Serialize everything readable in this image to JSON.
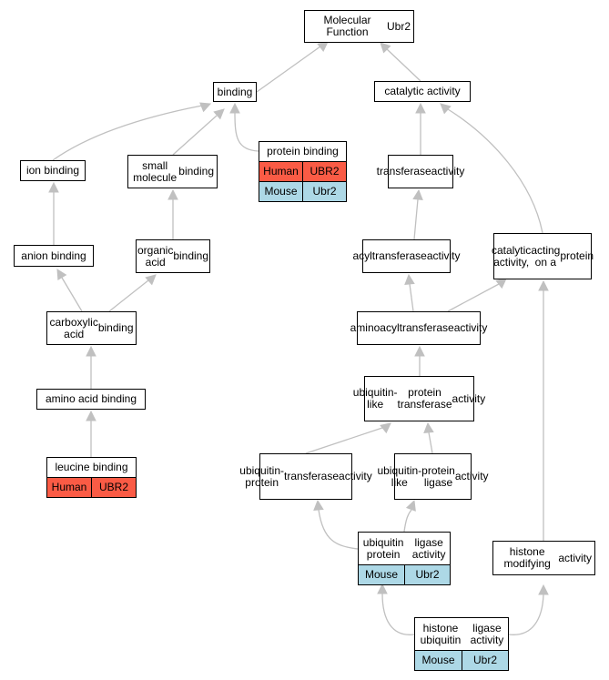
{
  "colors": {
    "human": "#fa5b45",
    "mouse": "#add8e6",
    "edge": "#c0c0c0"
  },
  "nodes": {
    "mf_root": {
      "lines": [
        "Molecular Function",
        "Ubr2"
      ]
    },
    "binding": {
      "lines": [
        "binding"
      ]
    },
    "catalytic": {
      "lines": [
        "catalytic activity"
      ]
    },
    "ion_binding": {
      "lines": [
        "ion binding"
      ]
    },
    "small_molecule": {
      "lines": [
        "small molecule",
        "binding"
      ]
    },
    "protein_binding": {
      "lines": [
        "protein binding"
      ],
      "rows": [
        [
          "Human",
          "UBR2"
        ],
        [
          "Mouse",
          "Ubr2"
        ]
      ]
    },
    "transferase": {
      "lines": [
        "transferase",
        "activity"
      ]
    },
    "catalytic_protein": {
      "lines": [
        "catalytic activity,",
        "acting on a",
        "protein"
      ]
    },
    "anion_binding": {
      "lines": [
        "anion binding"
      ]
    },
    "organic_acid": {
      "lines": [
        "organic acid",
        "binding"
      ]
    },
    "acyltransferase": {
      "lines": [
        "acyltransferase",
        "activity"
      ]
    },
    "carboxylic": {
      "lines": [
        "carboxylic acid",
        "binding"
      ]
    },
    "aminoacyltransferase": {
      "lines": [
        "aminoacyltransferase",
        "activity"
      ]
    },
    "amino_acid": {
      "lines": [
        "amino acid binding"
      ]
    },
    "ubl_transferase": {
      "lines": [
        "ubiquitin-like",
        "protein transferase",
        "activity"
      ]
    },
    "leucine": {
      "lines": [
        "leucine binding"
      ],
      "rows": [
        [
          "Human",
          "UBR2"
        ]
      ]
    },
    "ub_protein_transferase": {
      "lines": [
        "ubiquitin-protein",
        "transferase",
        "activity"
      ]
    },
    "ubl_ligase": {
      "lines": [
        "ubiquitin-like",
        "protein ligase",
        "activity"
      ]
    },
    "ub_ligase": {
      "lines": [
        "ubiquitin protein",
        "ligase activity"
      ],
      "rows": [
        [
          "Mouse",
          "Ubr2"
        ]
      ]
    },
    "histone_modifying": {
      "lines": [
        "histone modifying",
        "activity"
      ]
    },
    "histone_ub_ligase": {
      "lines": [
        "histone ubiquitin",
        "ligase activity"
      ],
      "rows": [
        [
          "Mouse",
          "Ubr2"
        ]
      ]
    }
  }
}
